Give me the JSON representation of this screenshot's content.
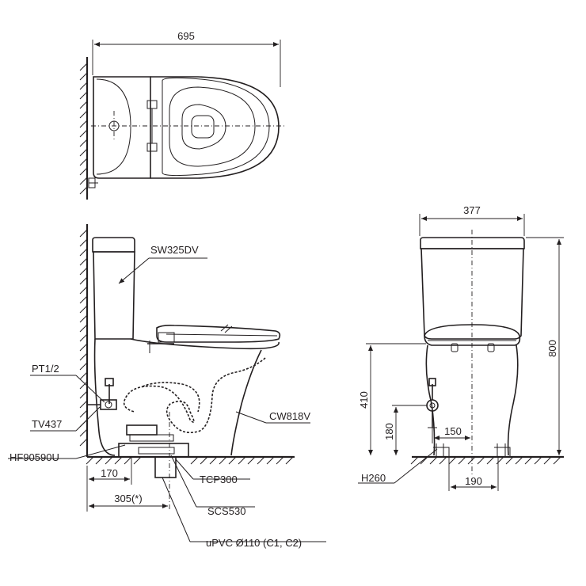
{
  "dimensions": {
    "top_width": "695",
    "front_width": "377",
    "total_height": "800",
    "inlet_height": "410",
    "valve_height": "180",
    "valve_offset": "150",
    "outlet_offset": "170",
    "rough_in": "305(*)",
    "floor_fix_spacing": "190"
  },
  "parts": {
    "tank": "SW325DV",
    "bowl": "CW818V",
    "supply": "PT1/2",
    "valve": "TV437",
    "flange": "HF90590U",
    "adapter": "TCP300",
    "seal": "SCS530",
    "pipe": "uPVC Ø110 (C1, C2)",
    "floor_fix": "H260"
  }
}
